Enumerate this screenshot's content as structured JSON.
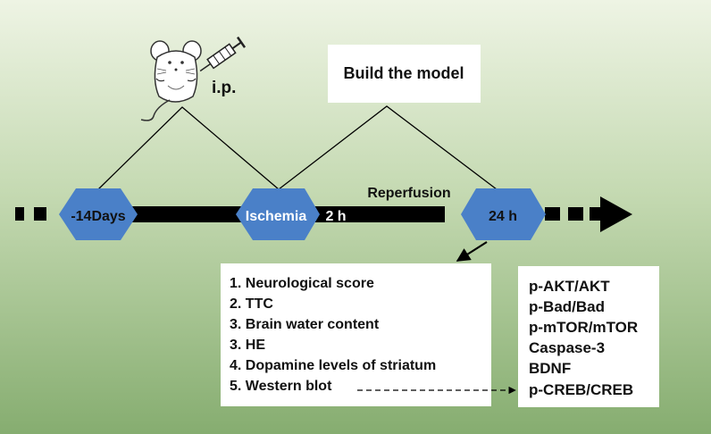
{
  "colors": {
    "background_top": "#eef4e4",
    "background_bottom": "#86ad70",
    "timeline": "#000000",
    "hexagon_fill": "#4a80c8",
    "box_fill": "#ffffff"
  },
  "icons": {
    "mouse": "mouse-icon",
    "syringe": "syringe-icon"
  },
  "injection": {
    "route": "i.p."
  },
  "model": {
    "title": "Build the model"
  },
  "timeline": {
    "reperfusion_label": "Reperfusion",
    "ischemia_duration": "2 h",
    "nodes": [
      {
        "label": "-14Days"
      },
      {
        "label": "Ischemia"
      },
      {
        "label": "24 h"
      }
    ]
  },
  "assays": {
    "items": [
      "1. Neurological score",
      "2. TTC",
      "3. Brain water content",
      "3. HE",
      "4. Dopamine levels of striatum",
      "5. Western blot"
    ]
  },
  "proteins": {
    "items": [
      "p-AKT/AKT",
      "p-Bad/Bad",
      "p-mTOR/mTOR",
      "Caspase-3",
      "BDNF",
      "p-CREB/CREB"
    ]
  }
}
